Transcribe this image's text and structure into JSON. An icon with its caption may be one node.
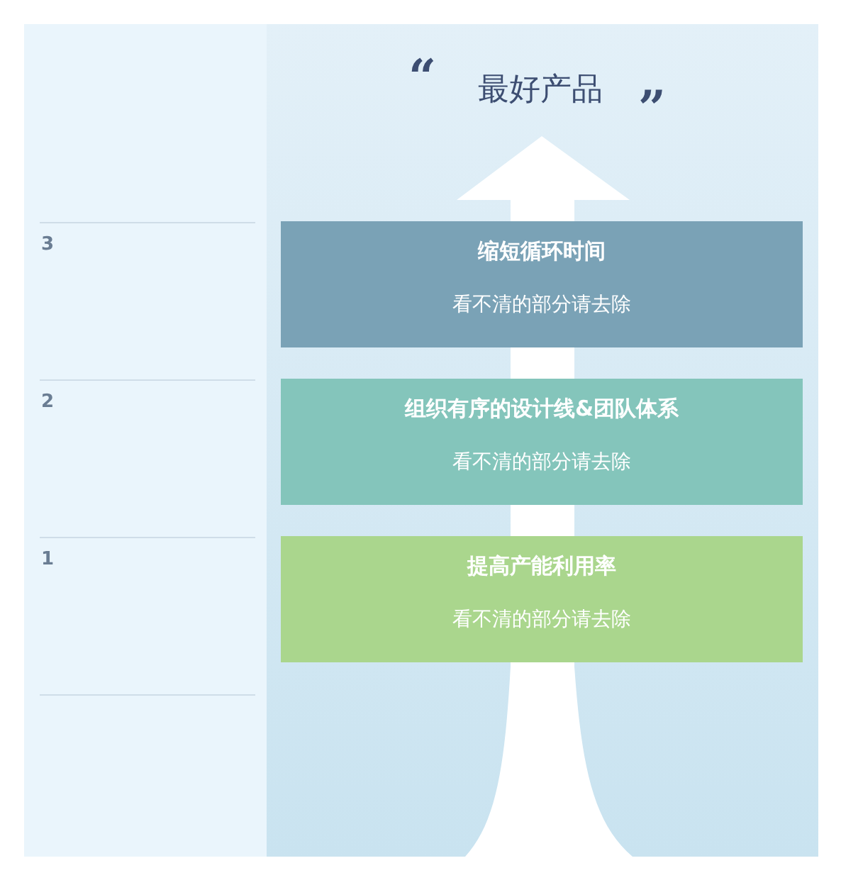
{
  "diagram": {
    "title": "最好产品",
    "nodes": [
      {
        "text": [
          "缩短循环时间",
          "看不清的部分请去除"
        ]
      },
      {
        "text": [
          "组织有序的设计线&团队体系",
          "看不清的部分请去除"
        ]
      },
      {
        "text": [
          "提高产能利用率",
          "看不清的部分请去除"
        ]
      }
    ],
    "labels": [
      "“",
      "”",
      "3",
      "2",
      "1"
    ]
  }
}
